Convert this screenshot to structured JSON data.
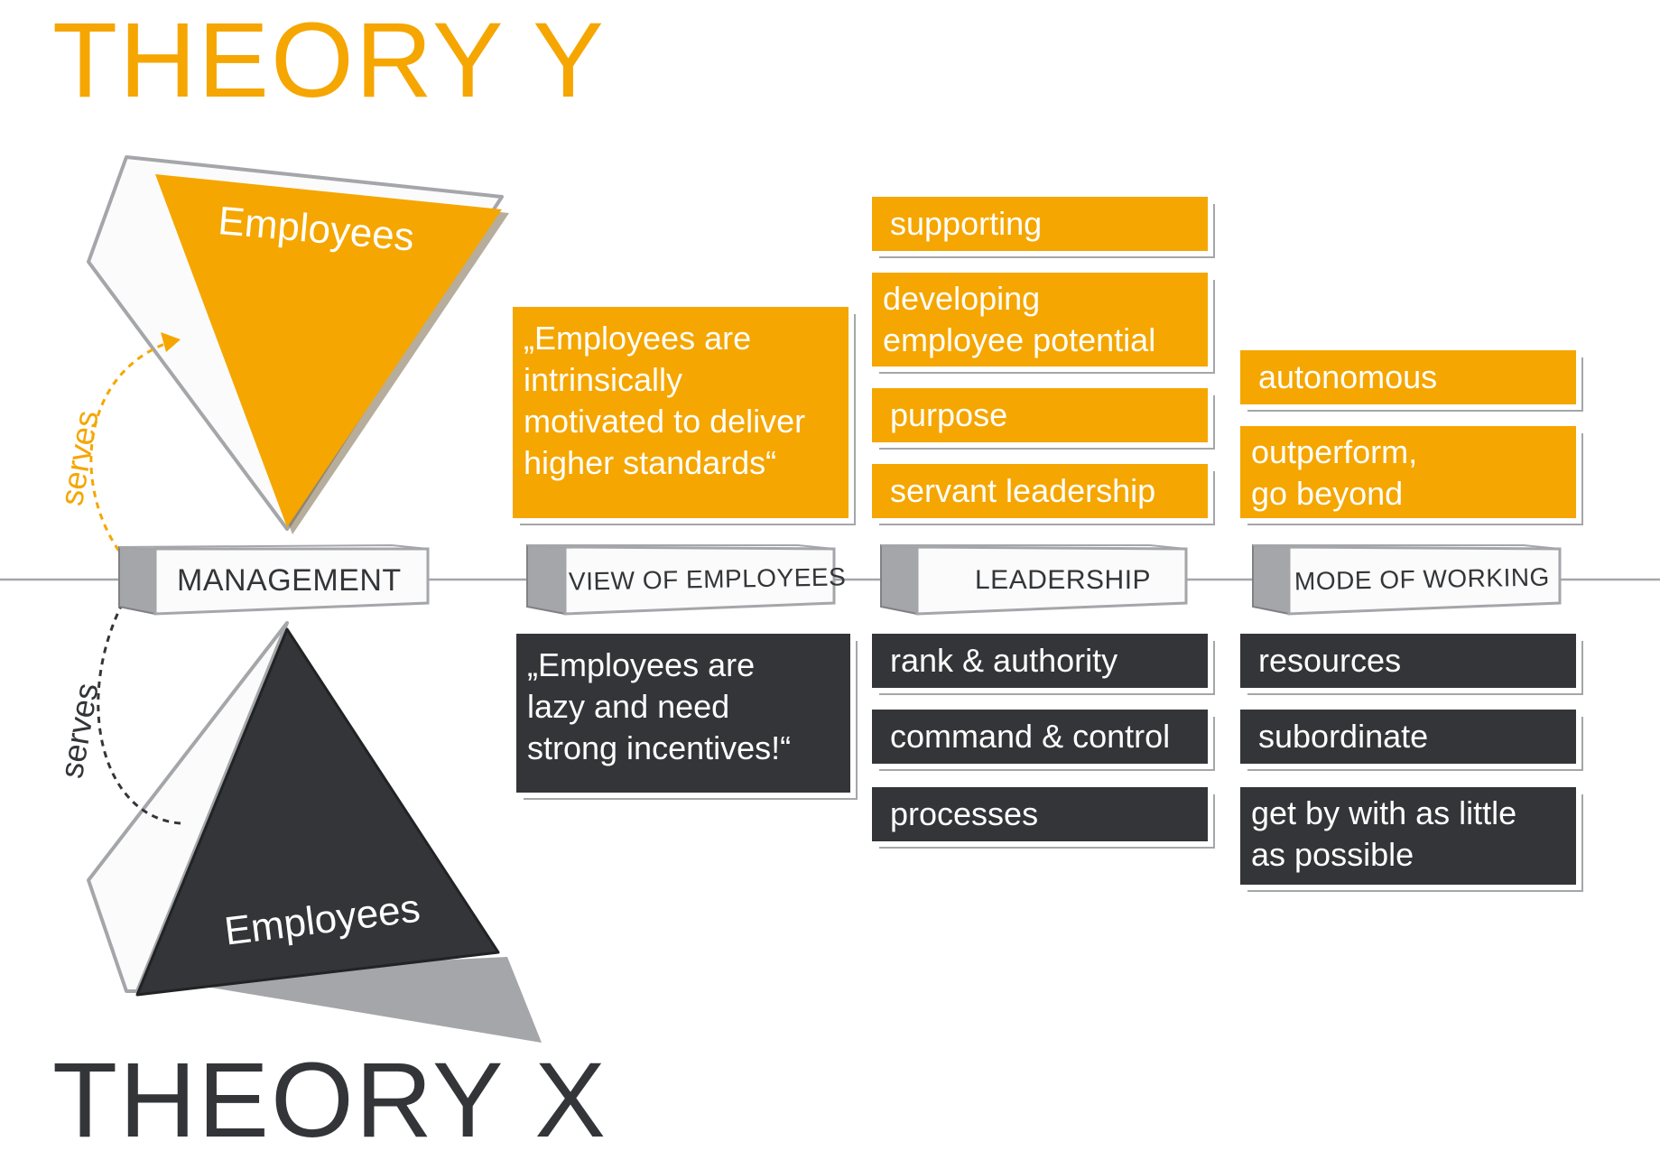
{
  "titles": {
    "theory_y": "THEORY Y",
    "theory_x": "THEORY X"
  },
  "pyramids": {
    "top_label": "Employees",
    "bottom_label": "Employees",
    "serves_top": "serves",
    "serves_bottom": "serves"
  },
  "categories": {
    "management": "MANAGEMENT",
    "view": "VIEW OF EMPLOYEES",
    "leadership": "LEADERSHIP",
    "mode": "MODE OF WORKING"
  },
  "theory_y": {
    "view": "„Employees are\nintrinsically\nmotivated to deliver\nhigher standards“",
    "leadership": [
      "supporting",
      "developing\nemployee potential",
      "purpose",
      "servant leadership"
    ],
    "mode": [
      "autonomous",
      "outperform,\ngo beyond"
    ]
  },
  "theory_x": {
    "view": "„Employees are\nlazy and need\nstrong incentives!“",
    "leadership": [
      "rank & authority",
      "command & control",
      "processes"
    ],
    "mode": [
      "resources",
      "subordinate",
      "get by with as little\nas possible"
    ]
  },
  "colors": {
    "theory_y": "#f5a600",
    "theory_x": "#333538",
    "shadow_gray": "#a4a6a9",
    "line_gray": "#a4a6a9"
  }
}
